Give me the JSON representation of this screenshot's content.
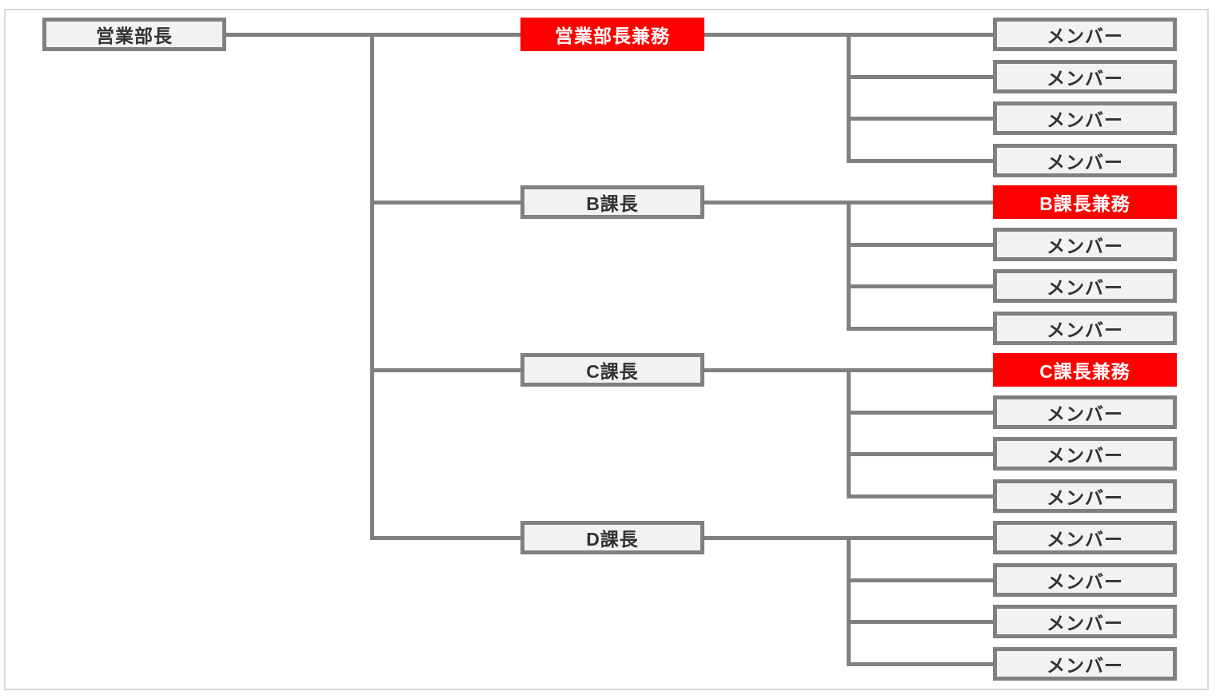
{
  "chart": {
    "type": "org-chart",
    "colors": {
      "box_fill": "#f2f2f2",
      "box_border": "#808080",
      "connector_line": "#808080",
      "highlight_fill": "#ff0000",
      "highlight_text": "#ffffff",
      "text": "#333333",
      "canvas_border": "#d9d9d9"
    },
    "root": {
      "label": "営業部長",
      "highlight": false
    },
    "groups": [
      {
        "parent": {
          "label": "営業部長兼務",
          "highlight": true
        },
        "children": [
          {
            "label": "メンバー",
            "highlight": false
          },
          {
            "label": "メンバー",
            "highlight": false
          },
          {
            "label": "メンバー",
            "highlight": false
          },
          {
            "label": "メンバー",
            "highlight": false
          }
        ]
      },
      {
        "parent": {
          "label": "B課長",
          "highlight": false
        },
        "children": [
          {
            "label": "B課長兼務",
            "highlight": true
          },
          {
            "label": "メンバー",
            "highlight": false
          },
          {
            "label": "メンバー",
            "highlight": false
          },
          {
            "label": "メンバー",
            "highlight": false
          }
        ]
      },
      {
        "parent": {
          "label": "C課長",
          "highlight": false
        },
        "children": [
          {
            "label": "C課長兼務",
            "highlight": true
          },
          {
            "label": "メンバー",
            "highlight": false
          },
          {
            "label": "メンバー",
            "highlight": false
          },
          {
            "label": "メンバー",
            "highlight": false
          }
        ]
      },
      {
        "parent": {
          "label": "D課長",
          "highlight": false
        },
        "children": [
          {
            "label": "メンバー",
            "highlight": false
          },
          {
            "label": "メンバー",
            "highlight": false
          },
          {
            "label": "メンバー",
            "highlight": false
          },
          {
            "label": "メンバー",
            "highlight": false
          }
        ]
      }
    ]
  }
}
